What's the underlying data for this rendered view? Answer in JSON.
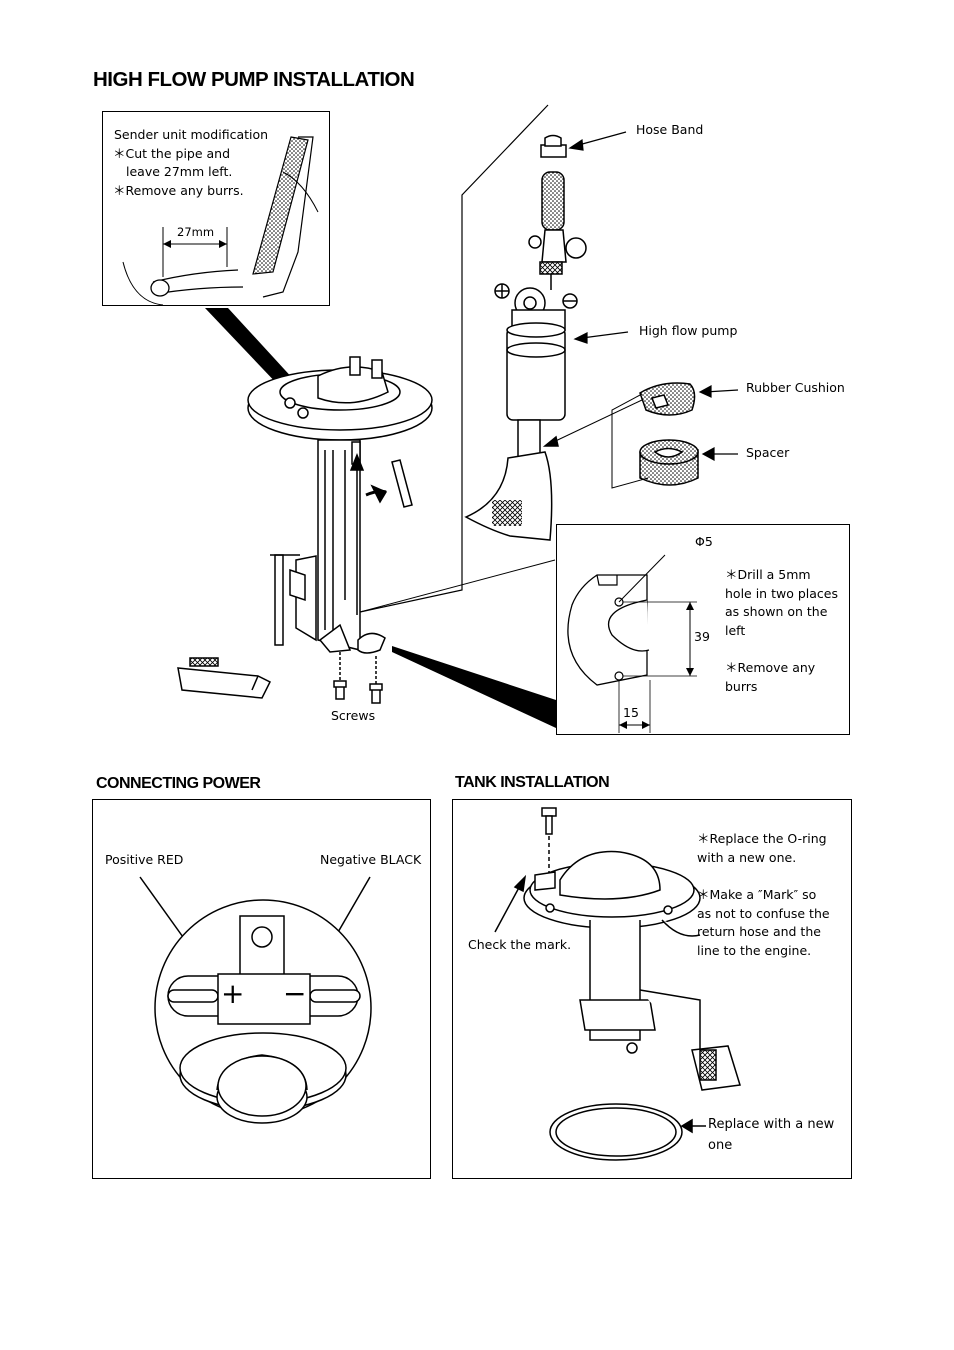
{
  "page": {
    "title": "HIGH FLOW PUMP INSTALLATION"
  },
  "sender_modification": {
    "heading": "Sender unit modification",
    "lines": [
      "＊Cut the pipe and",
      "leave 27mm left.",
      "＊Remove any burrs."
    ],
    "dimension": "27mm"
  },
  "exploded_view": {
    "hose_band": "Hose Band",
    "high_flow_pump": "High flow pump",
    "rubber_cushion": "Rubber Cushion",
    "spacer": "Spacer",
    "screws": "Screws"
  },
  "drill_detail": {
    "diameter": "Φ5",
    "dim_vertical": "39",
    "dim_horizontal": "15",
    "notes": [
      "＊Drill a 5mm",
      "hole in two places",
      "as shown on the",
      "left"
    ],
    "notes2": [
      "＊Remove any",
      "burrs"
    ]
  },
  "connecting_power": {
    "title": "CONNECTING POWER",
    "positive": "Positive RED",
    "negative": "Negative BLACK",
    "plus": "+",
    "minus": "−"
  },
  "tank_installation": {
    "title": "TANK INSTALLATION",
    "oring_note": [
      "＊Replace the O-ring",
      "with a new one."
    ],
    "mark_note": [
      "＊Make a ″Mark″ so",
      "as not to confuse the",
      "return hose and the",
      "line to the engine."
    ],
    "check_mark": "Check the mark.",
    "replace_new": [
      "Replace with a new",
      "one"
    ]
  }
}
